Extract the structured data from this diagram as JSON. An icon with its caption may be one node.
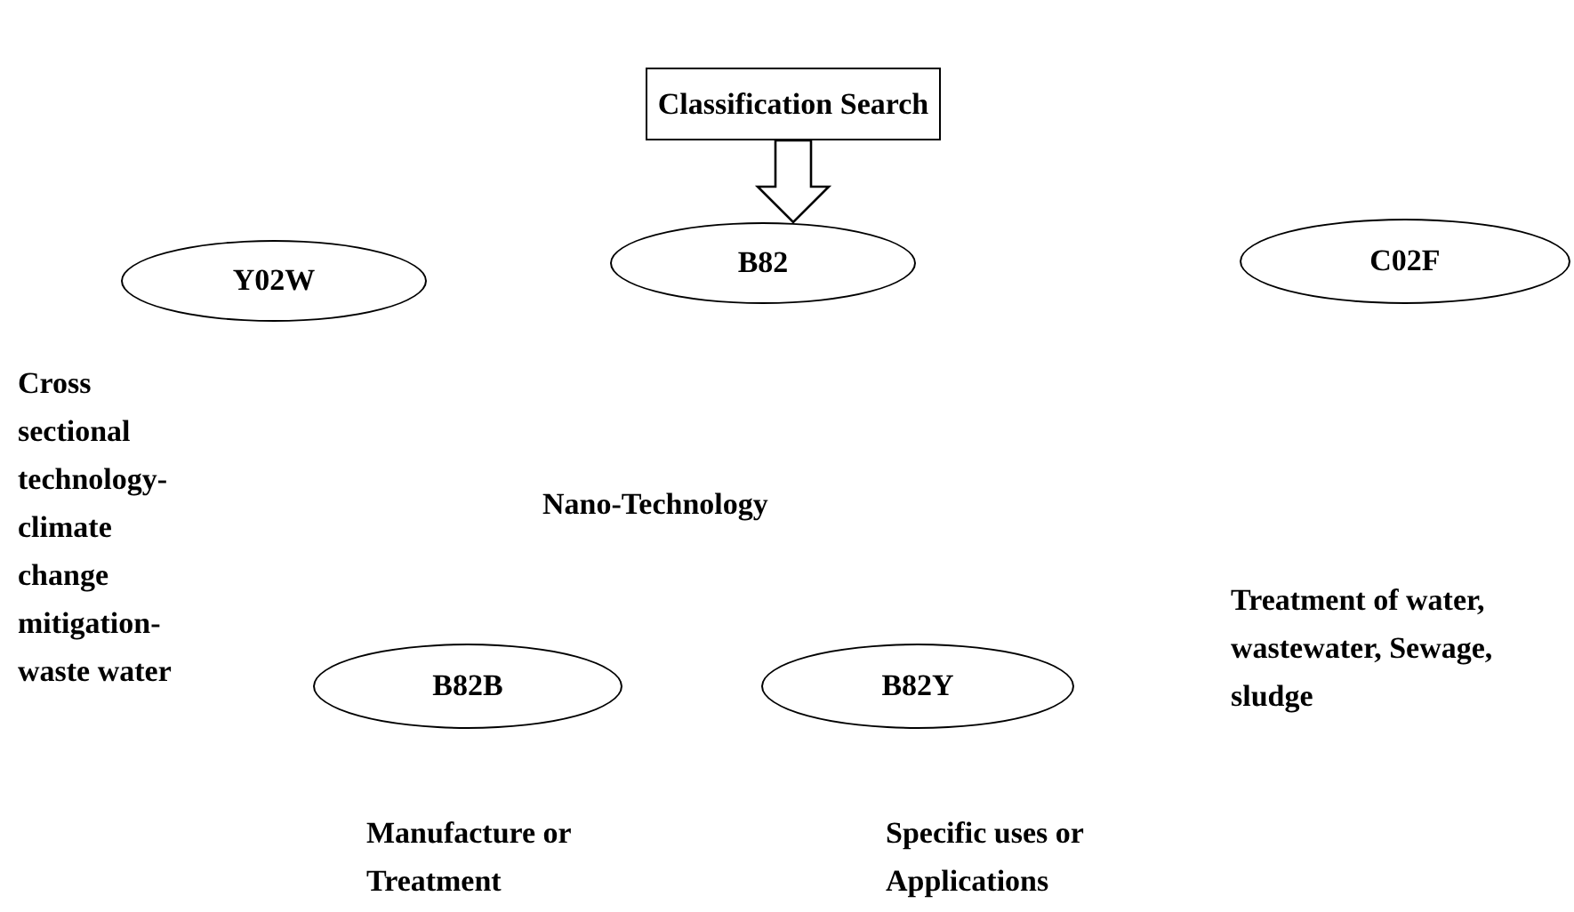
{
  "diagram": {
    "nodes": [
      {
        "text": [
          "Classification Search"
        ]
      },
      {
        "text": [
          "Y02W"
        ]
      },
      {
        "text": [
          "B82"
        ]
      },
      {
        "text": [
          "C02F"
        ]
      },
      {
        "text": [
          "B82B"
        ]
      },
      {
        "text": [
          "B82Y"
        ]
      }
    ],
    "edges": [
      {
        "from": 0,
        "to": 2,
        "arrow": "to"
      }
    ],
    "labels": [
      "Cross sectional technology-climate change mitigation-waste water",
      "Nano-Technology",
      "Treatment of water, wastewater, Sewage, sludge",
      "Manufacture or Treatment",
      "Specific uses or Applications"
    ]
  }
}
